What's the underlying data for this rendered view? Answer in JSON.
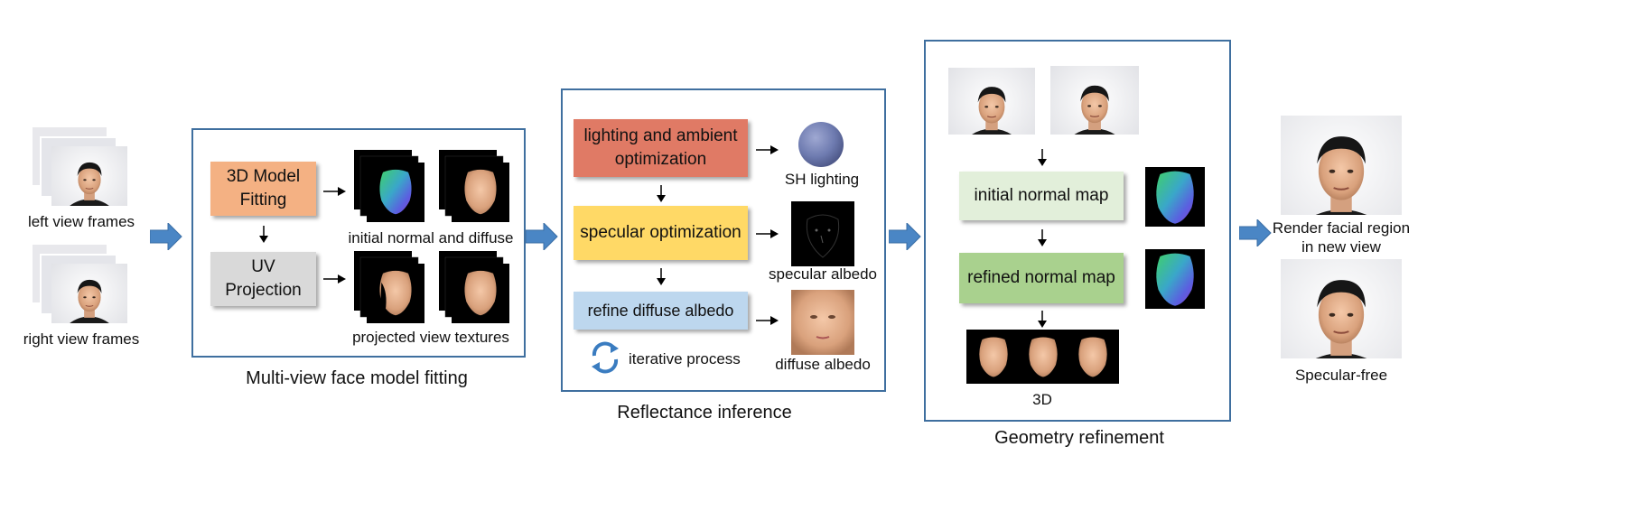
{
  "input": {
    "left_label": "left view frames",
    "right_label": "right view frames"
  },
  "panel1": {
    "title": "Multi-view face model fitting",
    "box_fitting": "3D Model\nFitting",
    "box_uv": "UV\nProjection",
    "label_initial": "initial normal and diffuse",
    "label_projected": "projected view textures"
  },
  "panel2": {
    "title": "Reflectance inference",
    "box_lighting": "lighting and ambient\noptimization",
    "box_specular": "specular optimization",
    "box_diffuse": "refine diffuse albedo",
    "label_sh": "SH lighting",
    "label_specular": "specular albedo",
    "label_diffuse": "diffuse albedo",
    "label_iterative": "iterative process"
  },
  "panel3": {
    "title": "Geometry refinement",
    "box_initial_normal": "initial normal map",
    "box_refined_normal": "refined normal map",
    "label_3d": "3D"
  },
  "output": {
    "label_render": "Render facial region\nin new view",
    "label_specfree": "Specular-free"
  },
  "colors": {
    "panel_border": "#3f6f9f",
    "block_arrow": "#4a86c5",
    "fitting_box": "#f4b183",
    "uv_box": "#d9d9d9",
    "lighting_box": "#e07a65",
    "specular_box": "#ffd966",
    "diffuse_box": "#bdd7ee",
    "initial_normal_box": "#e2efda",
    "refined_normal_box": "#a9d18e"
  }
}
